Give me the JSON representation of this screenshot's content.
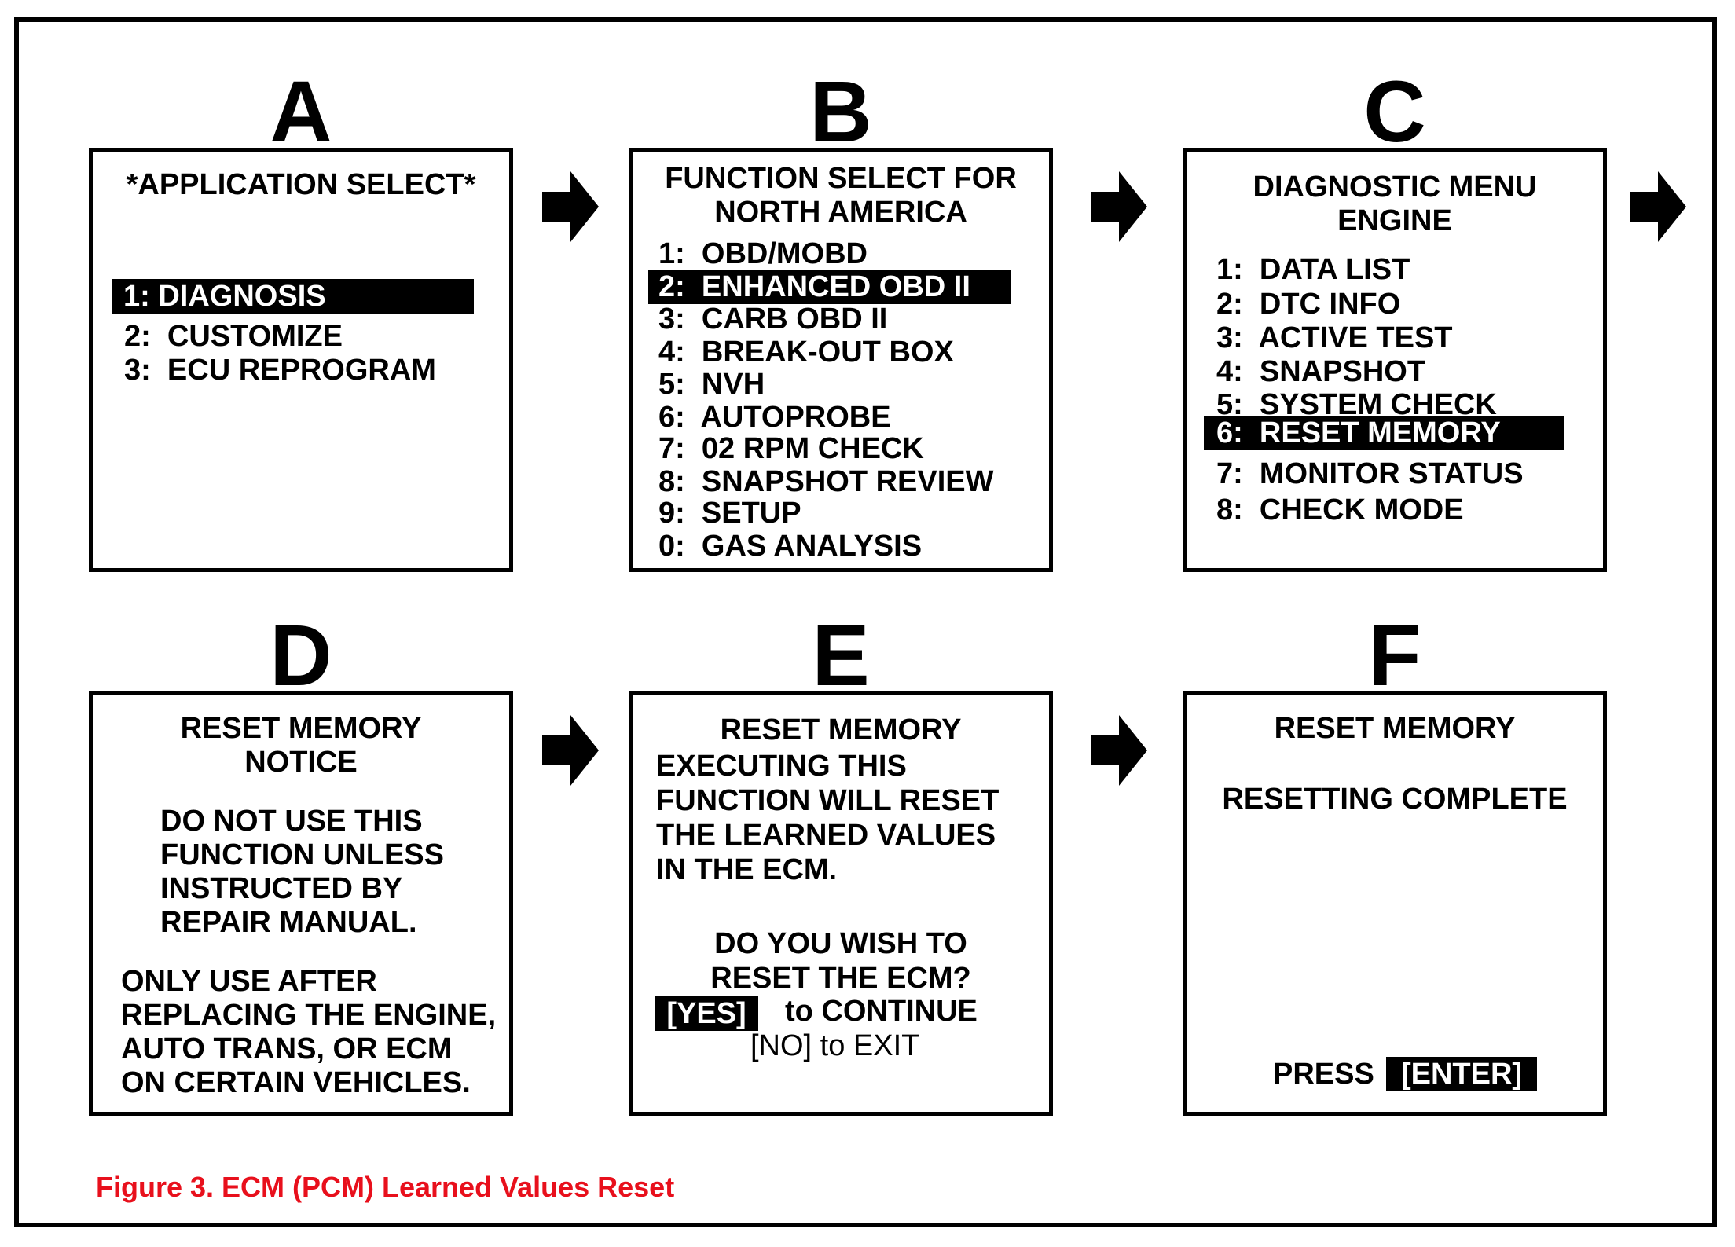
{
  "panels": [
    {
      "letter": "A",
      "lines": [
        {
          "text": "*APPLICATION SELECT*",
          "center": true
        },
        {
          "text": "1: DIAGNOSIS",
          "highlight": true
        },
        {
          "text": "2:  CUSTOMIZE"
        },
        {
          "text": "3:  ECU REPROGRAM"
        }
      ]
    },
    {
      "letter": "B",
      "lines": [
        {
          "text": "FUNCTION SELECT FOR",
          "center": true
        },
        {
          "text": "NORTH AMERICA",
          "center": true
        },
        {
          "text": "1:  OBD/MOBD"
        },
        {
          "text": "2:  ENHANCED OBD II",
          "highlight": true
        },
        {
          "text": "3:  CARB OBD II"
        },
        {
          "text": "4:  BREAK-OUT BOX"
        },
        {
          "text": "5:  NVH"
        },
        {
          "text": "6:  AUTOPROBE"
        },
        {
          "text": "7:  02 RPM CHECK"
        },
        {
          "text": "8:  SNAPSHOT REVIEW"
        },
        {
          "text": "9:  SETUP"
        },
        {
          "text": "0:  GAS ANALYSIS"
        }
      ]
    },
    {
      "letter": "C",
      "lines": [
        {
          "text": "DIAGNOSTIC MENU",
          "center": true
        },
        {
          "text": "ENGINE",
          "center": true
        },
        {
          "text": "1:  DATA LIST"
        },
        {
          "text": "2:  DTC INFO"
        },
        {
          "text": "3:  ACTIVE TEST"
        },
        {
          "text": "4:  SNAPSHOT"
        },
        {
          "text": "5:  SYSTEM CHECK"
        },
        {
          "text": "6:  RESET MEMORY",
          "highlight": true
        },
        {
          "text": "7:  MONITOR STATUS"
        },
        {
          "text": "8:  CHECK MODE"
        }
      ]
    },
    {
      "letter": "D",
      "lines": [
        {
          "text": "RESET MEMORY",
          "center": true
        },
        {
          "text": "NOTICE",
          "center": true
        },
        {
          "text": "DO NOT USE THIS"
        },
        {
          "text": "FUNCTION UNLESS"
        },
        {
          "text": "INSTRUCTED BY"
        },
        {
          "text": "REPAIR MANUAL."
        },
        {
          "text": "ONLY USE AFTER"
        },
        {
          "text": "REPLACING THE ENGINE,"
        },
        {
          "text": "AUTO TRANS, OR ECM"
        },
        {
          "text": "ON CERTAIN VEHICLES."
        }
      ]
    },
    {
      "letter": "E",
      "lines": [
        {
          "text": "RESET MEMORY",
          "center": true
        },
        {
          "text": "EXECUTING THIS"
        },
        {
          "text": "FUNCTION WILL RESET"
        },
        {
          "text": "THE LEARNED VALUES"
        },
        {
          "text": "IN THE ECM."
        },
        {
          "text": "DO YOU WISH TO",
          "center": true
        },
        {
          "text": "RESET THE ECM?",
          "center": true
        },
        {
          "text": "[YES]",
          "highlight": true
        },
        {
          "text": "to CONTINUE"
        },
        {
          "text": "[NO] to EXIT"
        }
      ]
    },
    {
      "letter": "F",
      "lines": [
        {
          "text": "RESET MEMORY",
          "center": true
        },
        {
          "text": "RESETTING COMPLETE",
          "center": true
        },
        {
          "text": "PRESS"
        },
        {
          "text": "[ENTER]",
          "highlight": true
        }
      ]
    }
  ],
  "caption": "Figure 3. ECM (PCM) Learned Values Reset",
  "colors": {
    "caption": "#e8101c",
    "ink": "#000000",
    "background": "#ffffff"
  },
  "icons": [
    "arrow-right-icon"
  ]
}
